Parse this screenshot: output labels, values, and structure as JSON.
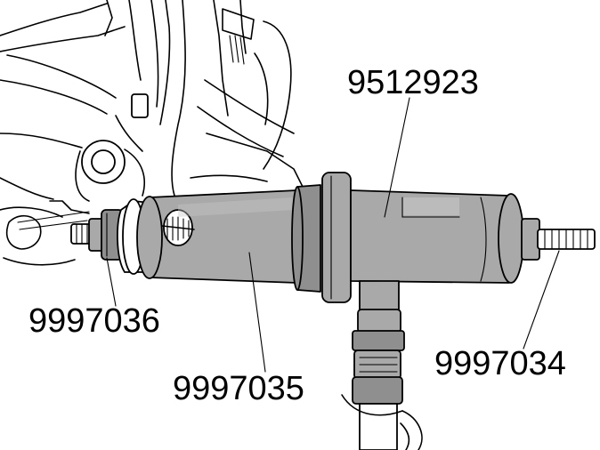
{
  "labels": {
    "tool_9512923": "9512923",
    "tool_9997036": "9997036",
    "tool_9997035": "9997035",
    "tool_9997034": "9997034"
  },
  "colors": {
    "tool_body": "#a9a9a9",
    "line_art": "#000000",
    "background": "#ffffff"
  }
}
